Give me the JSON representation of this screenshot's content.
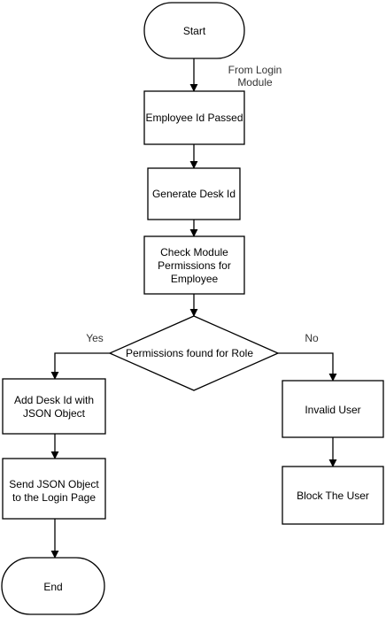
{
  "diagram": {
    "nodes": {
      "start": "Start",
      "employee_id": "Employee Id Passed",
      "generate_desk": "Generate Desk Id",
      "check_line1": "Check Module",
      "check_line2": "Permissions for",
      "check_line3": "Employee",
      "decision": "Permissions found  for Role",
      "add_desk_line1": "Add Desk Id with",
      "add_desk_line2": "JSON Object",
      "send_json_line1": "Send JSON Object",
      "send_json_line2": "to the Login Page",
      "end": "End",
      "invalid_user": "Invalid User",
      "block_user": "Block The User"
    },
    "edge_labels": {
      "from_login_line1": "From Login",
      "from_login_line2": "Module",
      "yes": "Yes",
      "no": "No"
    },
    "colors": {
      "block_user_text": "#ff0000",
      "stroke": "#000000"
    }
  }
}
